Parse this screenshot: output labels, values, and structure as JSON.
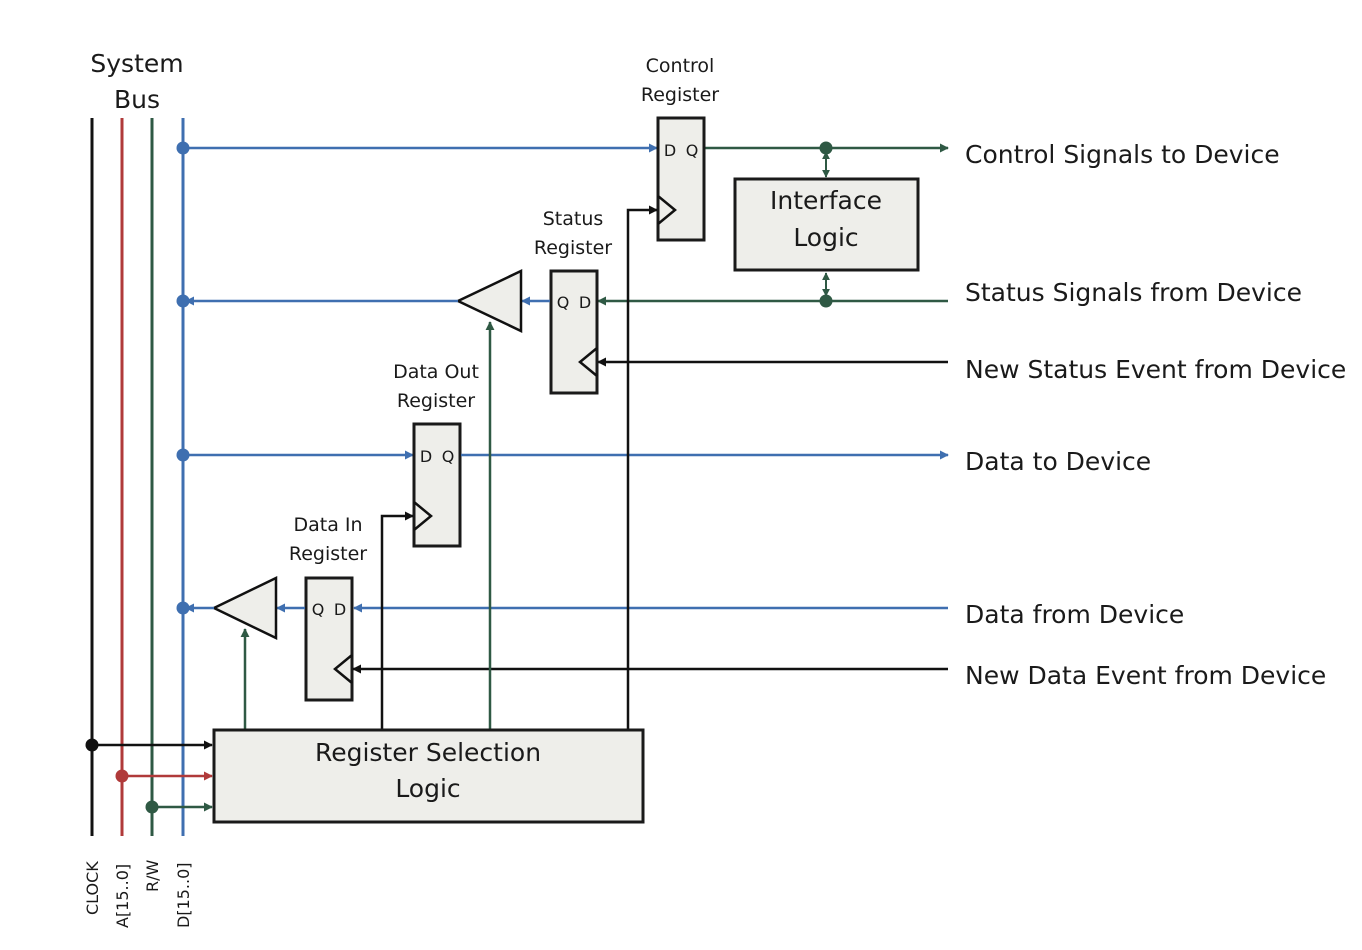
{
  "system_bus": {
    "line1": "System",
    "line2": "Bus"
  },
  "bus_labels": {
    "clock": "CLOCK",
    "address": "A[15..0]",
    "rw": "R/W",
    "data": "D[15..0]"
  },
  "control_register": {
    "title1": "Control",
    "title2": "Register",
    "pin_d": "D",
    "pin_q": "Q"
  },
  "status_register": {
    "title1": "Status",
    "title2": "Register",
    "pin_q": "Q",
    "pin_d": "D"
  },
  "data_out_register": {
    "title1": "Data Out",
    "title2": "Register",
    "pin_d": "D",
    "pin_q": "Q"
  },
  "data_in_register": {
    "title1": "Data In",
    "title2": "Register",
    "pin_q": "Q",
    "pin_d": "D"
  },
  "interface_logic": {
    "line1": "Interface",
    "line2": "Logic"
  },
  "register_selection": {
    "line1": "Register Selection",
    "line2": "Logic"
  },
  "device_signals": {
    "control": "Control Signals to Device",
    "status": "Status Signals from Device",
    "status_event": "New Status Event from Device",
    "data_to": "Data to Device",
    "data_from": "Data from Device",
    "data_event": "New Data Event from Device"
  },
  "colors": {
    "blue": "#3f6fb0",
    "green": "#2f5944",
    "red": "#b03a3a",
    "black": "#111111"
  }
}
